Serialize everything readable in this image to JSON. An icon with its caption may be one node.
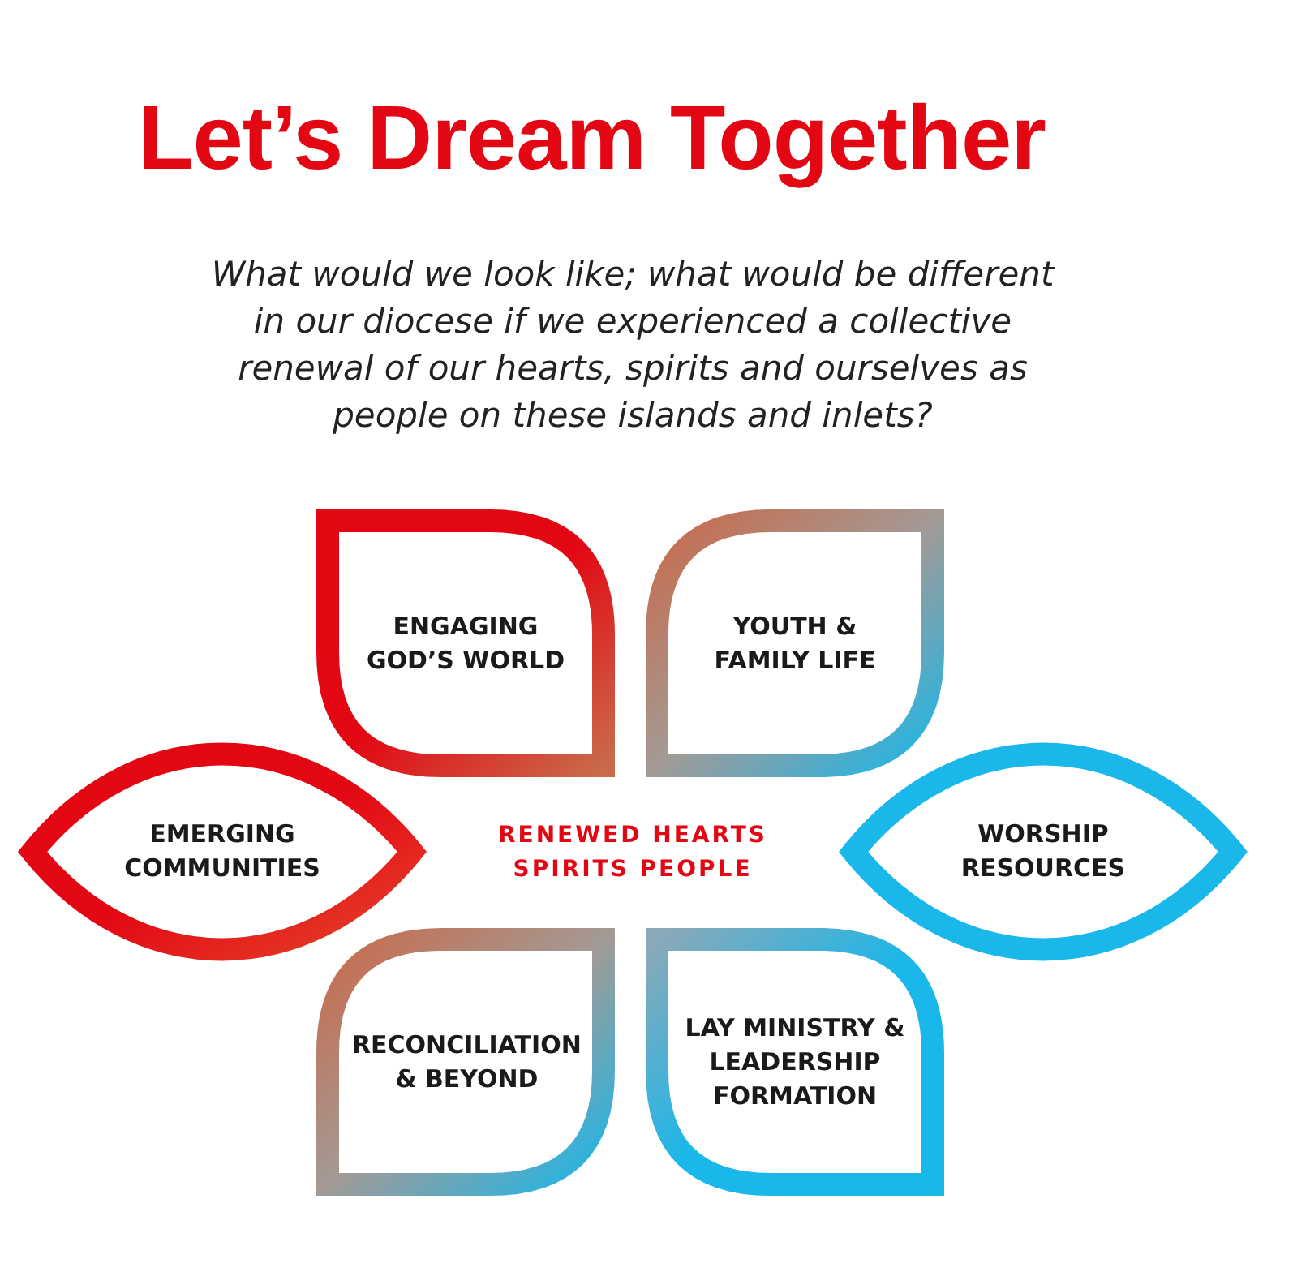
{
  "diagram": {
    "title": "Let’s Dream Together",
    "nodes": [
      {
        "text": [
          "ENGAGING GOD’S WORLD"
        ]
      },
      {
        "text": [
          "YOUTH & FAMILY LIFE"
        ]
      },
      {
        "text": [
          "EMERGING COMMUNITIES"
        ]
      },
      {
        "text": [
          "WORSHIP RESOURCES"
        ]
      },
      {
        "text": [
          "RECONCILIATION & BEYOND"
        ]
      },
      {
        "text": [
          "LAY MINISTRY & LEADERSHIP FORMATION"
        ]
      }
    ],
    "labels": [
      "What would we look like; what would be different in our diocese if we experienced a collective renewal of our hearts, spirits and ourselves as people on these islands and inlets?",
      "RENEWED HEARTS SPIRITS PEOPLE"
    ]
  }
}
